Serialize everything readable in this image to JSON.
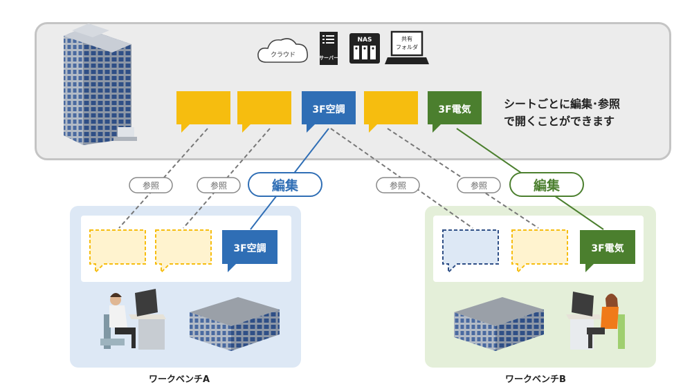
{
  "storage_icons": {
    "cloud": "クラウド",
    "server": "サーバー",
    "nas": "NAS",
    "shared_folder_line1": "共有",
    "shared_folder_line2": "フォルダ"
  },
  "description": {
    "line1": "シートごとに編集･参照",
    "line2": "で開くことができます"
  },
  "sheets": {
    "aircon": "3F空調",
    "electric": "3F電気"
  },
  "links": {
    "reference": "参照",
    "edit": "編集"
  },
  "workbench_a": "ワークベンチA",
  "workbench_b": "ワークベンチB",
  "colors": {
    "yellow_sheet": "#f6bd0f",
    "blue_sheet": "#2f6eb5",
    "green_sheet": "#4b7f2e",
    "panel_a": "#dde8f5",
    "panel_b": "#e4efd9"
  }
}
